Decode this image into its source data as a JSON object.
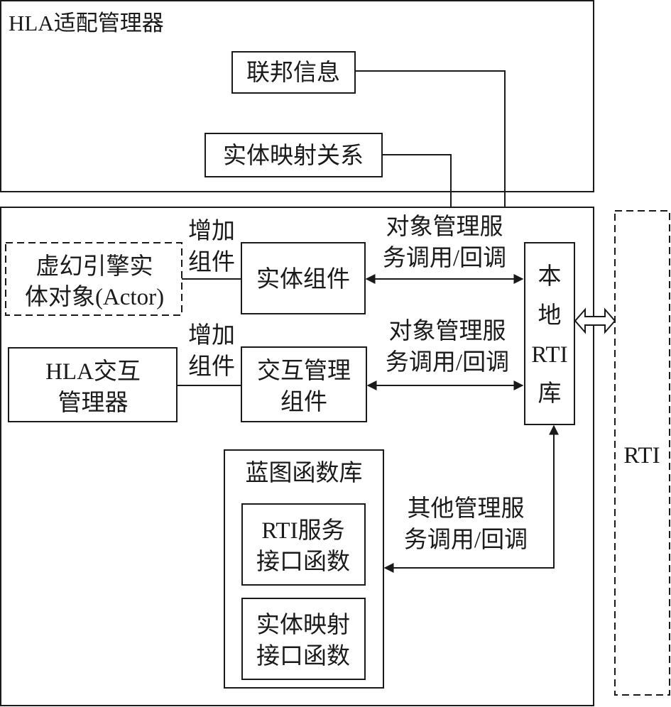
{
  "adapter_manager": {
    "title": "HLA适配管理器"
  },
  "federation_info": {
    "label": "联邦信息"
  },
  "entity_mapping_relation": {
    "label": "实体映射关系"
  },
  "ue_entity": {
    "line1": "虚幻引擎实",
    "line2": "体对象(Actor)"
  },
  "entity_component": {
    "label": "实体组件"
  },
  "hla_interaction_manager": {
    "line1": "HLA交互",
    "line2": "管理器"
  },
  "interaction_component": {
    "line1": "交互管理",
    "line2": "组件"
  },
  "add_component_1": {
    "line1": "增加",
    "line2": "组件"
  },
  "add_component_2": {
    "line1": "增加",
    "line2": "组件"
  },
  "object_mgmt_1": {
    "line1": "对象管理服",
    "line2": "务调用/回调"
  },
  "object_mgmt_2": {
    "line1": "对象管理服",
    "line2": "务调用/回调"
  },
  "local_rti": {
    "c1": "本",
    "c2": "地",
    "c3": "RTI",
    "c4": "库"
  },
  "blueprint_library": {
    "title": "蓝图函数库"
  },
  "rti_service_interface": {
    "line1": "RTI服务",
    "line2": "接口函数"
  },
  "entity_mapping_interface": {
    "line1": "实体映射",
    "line2": "接口函数"
  },
  "other_mgmt": {
    "line1": "其他管理服",
    "line2": "务调用/回调"
  },
  "rti": {
    "label": "RTI"
  }
}
